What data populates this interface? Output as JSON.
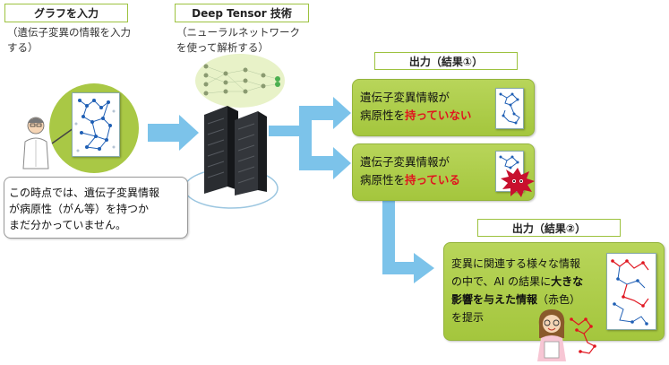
{
  "steps": {
    "input": {
      "title": "グラフを入力",
      "desc": [
        "（遺伝子変異の情報を入力",
        "する）"
      ]
    },
    "tech": {
      "title": "Deep Tensor 技術",
      "desc": [
        "（ニューラルネットワーク",
        "を使って解析する）"
      ]
    },
    "output1": {
      "title": "出力（結果①）"
    },
    "output2": {
      "title": "出力（結果②）"
    }
  },
  "bubble": {
    "lines": [
      "この時点では、遺伝子変異情報",
      "が病原性（がん等）を持つか",
      "まだ分かっていません。"
    ]
  },
  "result1a": {
    "line1": "遺伝子変異情報が",
    "line2_pre": "病原性を",
    "line2_hl": "持っていない"
  },
  "result1b": {
    "line1": "遺伝子変異情報が",
    "line2_pre": "病原性を",
    "line2_hl": "持っている"
  },
  "result2": {
    "line1": "変異に関連する様々な情報",
    "line2_pre": "の中で、AI の結果に",
    "line2_hl": "大きな",
    "line3_hl": "影響を与えた情報",
    "line3_post": "（赤色）",
    "line4": "を提示"
  },
  "colors": {
    "green": "#a9c845",
    "arrow": "#7cc3ea",
    "red": "#e0151f",
    "graph_blue": "#1f5fb5"
  }
}
